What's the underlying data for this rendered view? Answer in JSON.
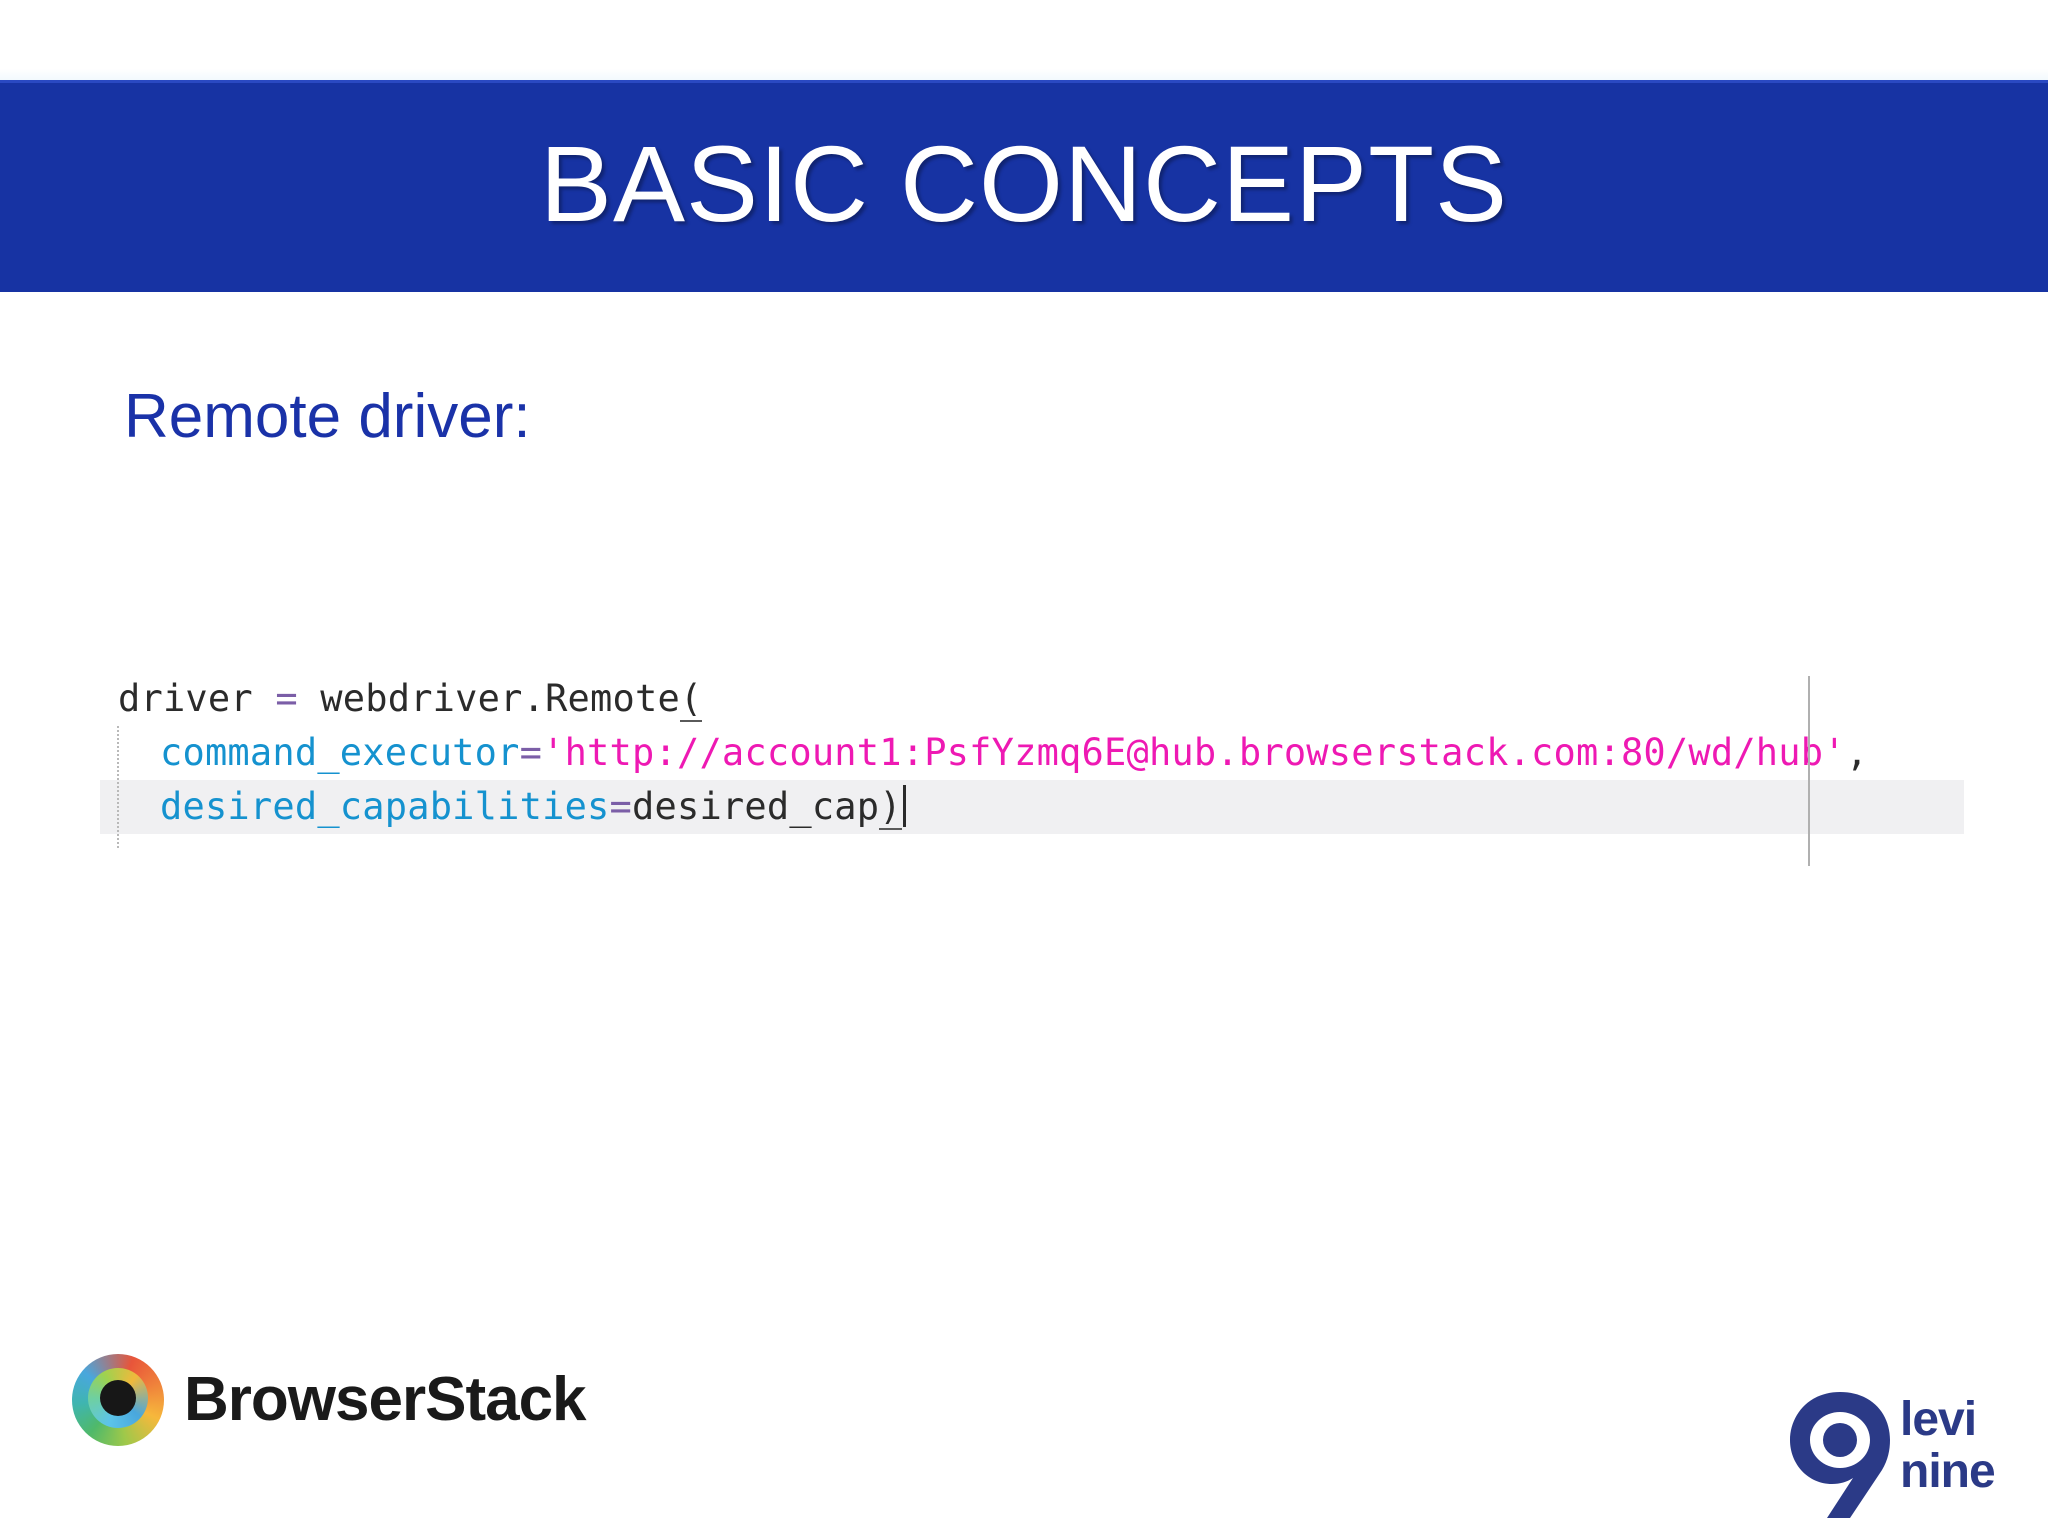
{
  "slide": {
    "title": "BASIC CONCEPTS",
    "sub_heading": "Remote driver:",
    "banner_color": "#1733a3",
    "heading_color": "#1a32a8",
    "background_color": "#ffffff"
  },
  "code": {
    "language": "python",
    "editor_colors": {
      "plain": "#2b2b2b",
      "keyword_argument": "#1592cf",
      "operator": "#7b5ea7",
      "string": "#ee19b3",
      "highlight_line_background": "#f0f0f2",
      "indent_guide": "#b9b9b9",
      "ruler": "#b0b0b0"
    },
    "full_text": "driver = webdriver.Remote(\n  command_executor='http://account1:PsfYzmq6E@hub.browserstack.com:80/wd/hub',\n  desired_capabilities=desired_cap)",
    "lines": [
      {
        "indent": false,
        "highlighted": false,
        "tokens": [
          {
            "text": "driver ",
            "type": "plain"
          },
          {
            "text": "=",
            "type": "operator"
          },
          {
            "text": " webdriver.Remote",
            "type": "plain"
          },
          {
            "text": "(",
            "type": "paren-underlined"
          }
        ]
      },
      {
        "indent": true,
        "highlighted": false,
        "tokens": [
          {
            "text": "command_executor",
            "type": "keyword_argument"
          },
          {
            "text": "=",
            "type": "operator"
          },
          {
            "text": "'http://account1:PsfYzmq6E@hub.browserstack.com:80/wd/hub'",
            "type": "string"
          },
          {
            "text": ",",
            "type": "plain"
          }
        ]
      },
      {
        "indent": true,
        "highlighted": true,
        "tokens": [
          {
            "text": "desired_capabilities",
            "type": "keyword_argument"
          },
          {
            "text": "=",
            "type": "operator"
          },
          {
            "text": "desired_cap",
            "type": "plain"
          },
          {
            "text": ")",
            "type": "paren-underlined"
          }
        ]
      }
    ]
  },
  "logos": {
    "browserstack": {
      "wordmark": "BrowserStack",
      "icon_name": "browserstack-eye-icon"
    },
    "levinine": {
      "line1": "levi",
      "line2": "nine",
      "icon_name": "levinine-nine-icon",
      "color": "#2b3a87"
    }
  }
}
